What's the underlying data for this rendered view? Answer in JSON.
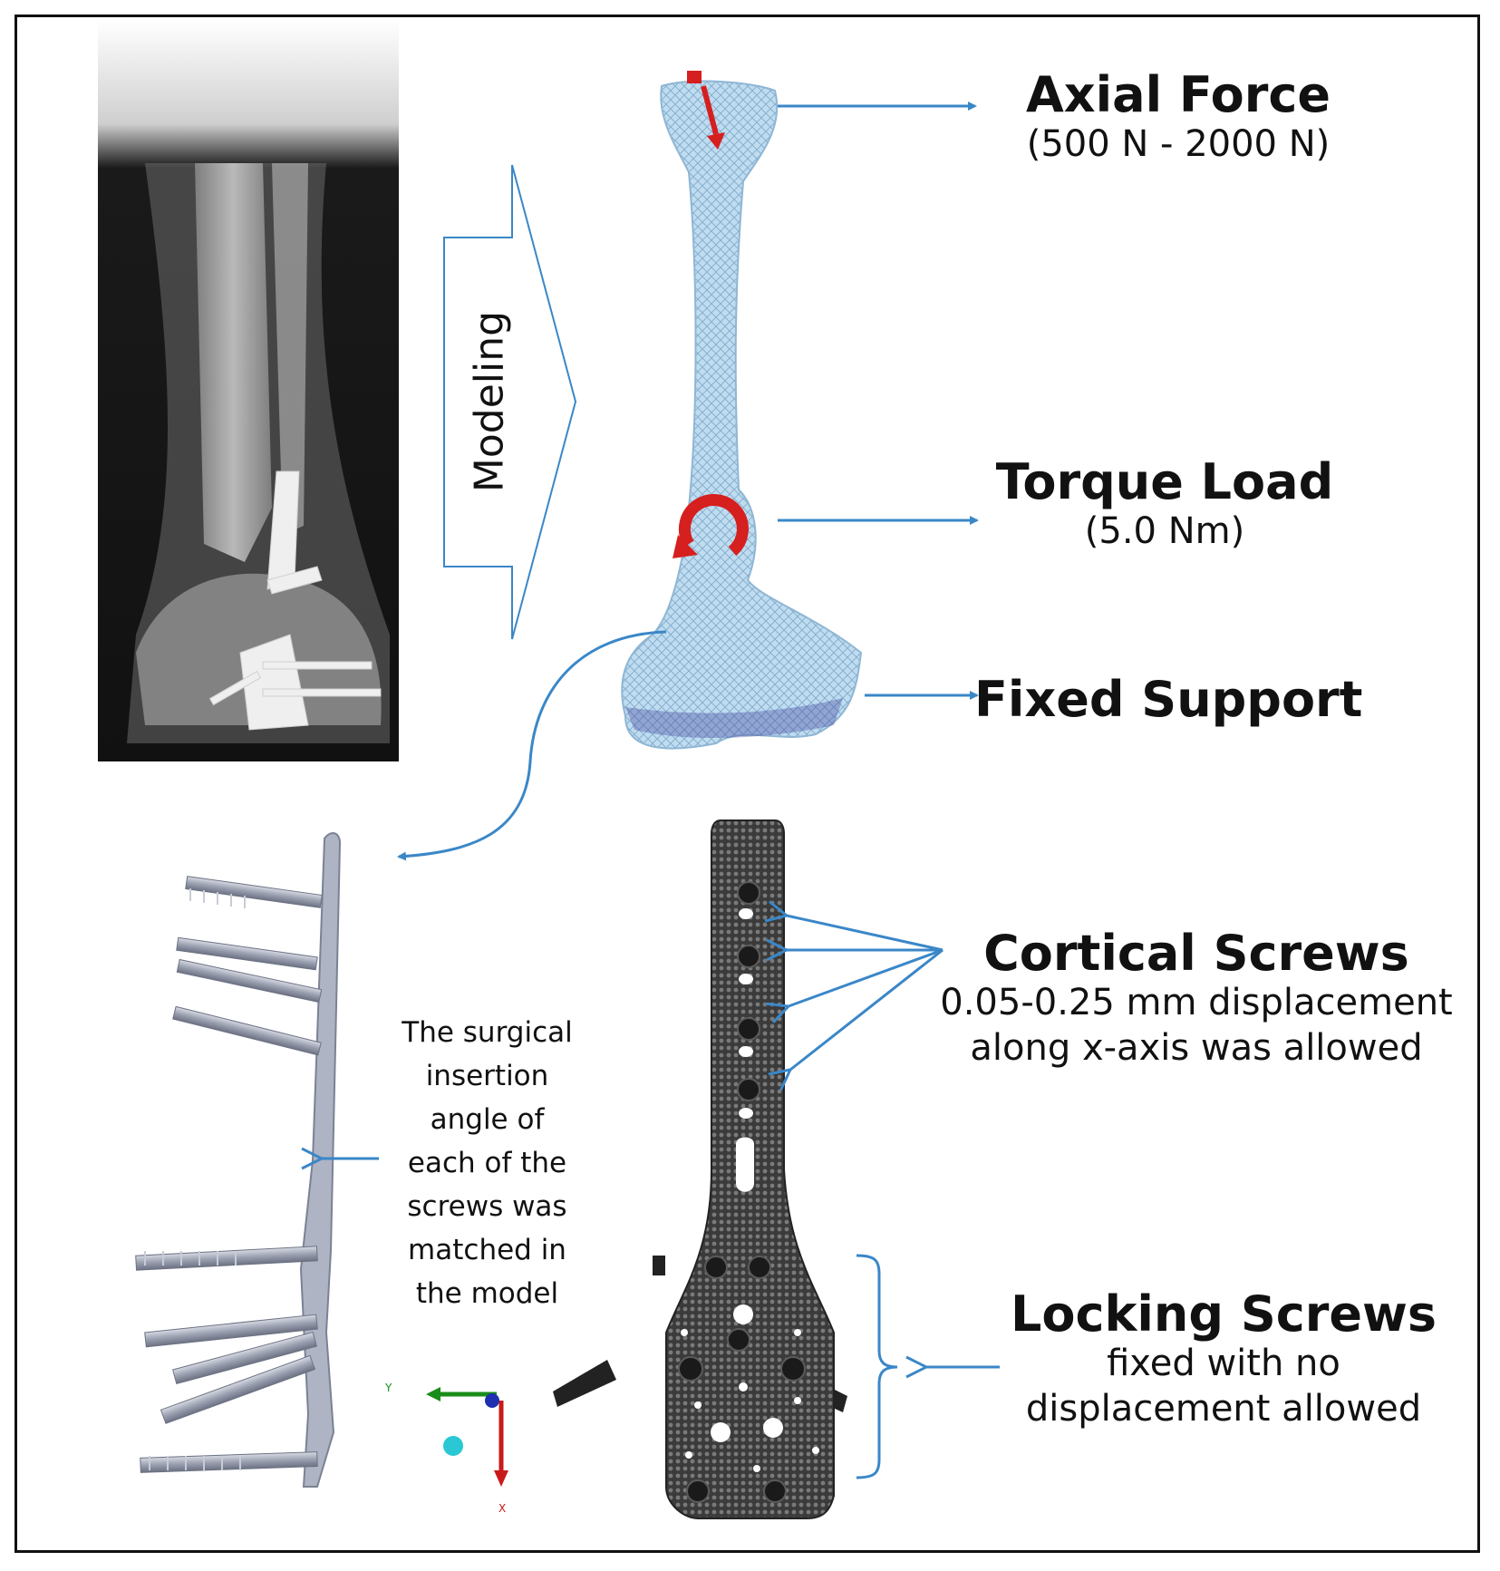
{
  "modeling_label": "Modeling",
  "axial_force": {
    "title": "Axial Force",
    "value": "(500 N - 2000 N)"
  },
  "torque_load": {
    "title": "Torque Load",
    "value": "(5.0 Nm)"
  },
  "fixed_support": {
    "title": "Fixed Support"
  },
  "cortical_screws": {
    "title": "Cortical Screws",
    "line1": "0.05-0.25 mm displacement",
    "line2": "along x-axis was allowed"
  },
  "locking_screws": {
    "title": "Locking Screws",
    "line1": "fixed with no",
    "line2": "displacement allowed"
  },
  "insertion_note": [
    "The surgical",
    "insertion",
    "angle of",
    "each of the",
    "screws was",
    "matched in",
    "the model"
  ],
  "axis_labels": {
    "y": "Y",
    "x": "X"
  },
  "colors": {
    "arrow": "#3a87c8",
    "bone_mesh": "#b9daf0",
    "torque": "#d61f1f",
    "plate": "#aeb4c4",
    "mesh_plate": "#4a4a4a"
  }
}
